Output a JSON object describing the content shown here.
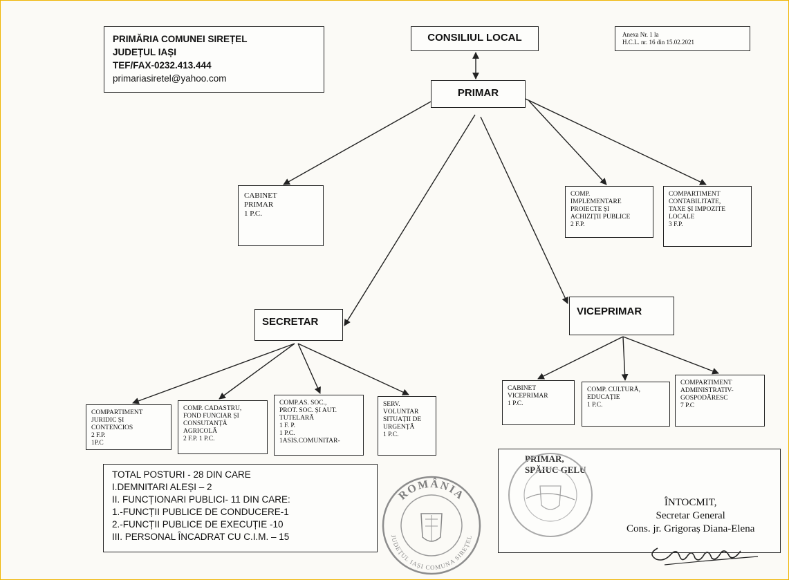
{
  "header": {
    "line1": "PRIMĂRIA COMUNEI SIREȚEL",
    "line2": "JUDEȚUL IAȘI",
    "line3": "TEF/FAX-0232.413.444",
    "email": "primariasiretel@yahoo.com"
  },
  "annex": {
    "line1": "Anexa Nr. 1 la",
    "line2": "H.C.L. nr. 16 din 15.02.2021"
  },
  "nodes": {
    "consiliu": "CONSILIUL LOCAL",
    "primar": "PRIMAR",
    "cabinet_primar": [
      "CABINET",
      "PRIMAR",
      "1 P.C."
    ],
    "comp_implementare": [
      "COMP.",
      "IMPLEMENTARE",
      "PROIECTE ȘI",
      "ACHIZIȚII PUBLICE",
      "2 F.P."
    ],
    "comp_contabilitate": [
      "COMPARTIMENT",
      "CONTABILITATE,",
      "TAXE ȘI IMPOZITE",
      "LOCALE",
      "3 F.P."
    ],
    "secretar": "SECRETAR",
    "viceprimar": "VICEPRIMAR",
    "comp_juridic": [
      "COMPARTIMENT",
      "JURIDIC ȘI",
      "CONTENCIOS",
      "2 F.P.",
      "1P.C"
    ],
    "comp_cadastru": [
      "COMP. CADASTRU,",
      "FOND FUNCIAR ȘI",
      "CONSUTANȚĂ",
      "AGRICOLĂ",
      "2 F.P. 1 P.C."
    ],
    "comp_as": [
      "COMP.AS. SOC.,",
      "PROT. SOC. ȘI AUT.",
      "TUTELARĂ",
      "1 F. P.",
      "1 P.C.",
      "1ASIS.COMUNITAR-"
    ],
    "serv_voluntar": [
      "SERV.",
      "VOLUNTAR",
      "SITUAȚII DE",
      "URGENȚĂ",
      "1 P.C."
    ],
    "cabinet_viceprimar": [
      "CABINET",
      "VICEPRIMAR",
      "1 P.C."
    ],
    "comp_cultura": [
      "COMP. CULTURĂ,",
      "EDUCAȚIE",
      "1 P.C."
    ],
    "comp_administrativ": [
      "COMPARTIMENT",
      "ADMINISTRATIV-",
      "GOSPODĂRESC",
      "7 P.C"
    ]
  },
  "totals": [
    "TOTAL POSTURI   - 28 din care",
    "I.DEMNITARI ALEȘI – 2",
    "II. FUNCȚIONARI  PUBLICI- 11 din care:",
    "1.-FUNCȚII PUBLICE DE CONDUCERE-1",
    "2.-FUNCȚII PUBLICE DE EXECUȚIE -10",
    "III. PERSONAL ÎNCADRAT CU C.I.M. – 15"
  ],
  "signature": {
    "primar_title": "PRIMAR,",
    "primar_name": "SPĂIUC GELU",
    "intocmit": "ÎNTOCMIT,",
    "role": "Secretar General",
    "name": "Cons. jr. Grigoraș Diana-Elena"
  },
  "seal": {
    "top_text": "ROMÂNIA",
    "bottom_text": "JUDEȚUL IAȘI COMUNA SIREȚEL"
  },
  "colors": {
    "page_border": "#f0b400",
    "line": "#222222",
    "stamp": "#9a9a9a"
  }
}
